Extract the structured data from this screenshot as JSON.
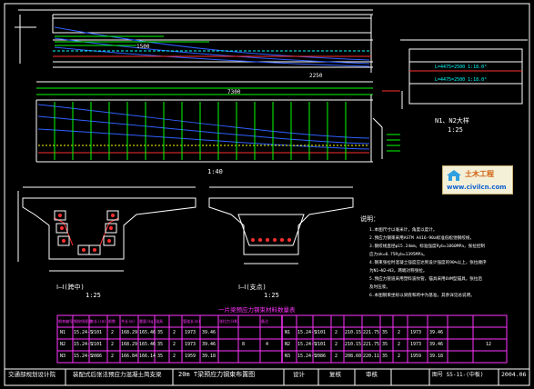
{
  "labels": {
    "elevation_scale": "1:40",
    "section_title_a": "Ⅰ—Ⅰ(跨中)",
    "section_title_b": "Ⅰ—Ⅰ(支点)",
    "section_scale_a": "1:25",
    "section_scale_b": "1:25",
    "detail_title": "N1、N2大样",
    "detail_scale": "1:25",
    "table_title": "一片梁预应力钢束材料数量表",
    "dim_top": "1500",
    "dim_right": "2250",
    "dim_mid": "7300",
    "detail_note_1": "L=4475=2500 1:18.0°",
    "detail_note_2": "L=4475=2500 1:18.0°"
  },
  "notes": {
    "heading": "说明：",
    "lines": [
      "1.本图尺寸以毫米计，角度以度计。",
      "2.预应力钢束采用ASTM A416-90a标准低松弛钢绞线，",
      "3.钢绞线直径φ15.24mm，标准强度Ryb=1860MPa，张拉控制",
      "  应力σk=0.75Ryb=1395MPa。",
      "4.钢束张拉时混凝土强度应达到设计强度的90%以上，张拉顺序",
      "  为N1→N2→N3，两端对称张拉。",
      "5.预应力管道采用塑料波纹管，锚具采用OVM型锚具，张拉后",
      "  及时压浆。",
      "6.本图钢束坐标以梁底和跨中为基准，其余详见总说明。"
    ]
  },
  "table": {
    "headers": [
      "钢束编号",
      "钢绞线规格",
      "束长(cm)",
      "根数",
      "共长(m)",
      "重量(kg)",
      "锚具",
      "管道长(m)",
      "张拉力(kN)",
      "备注"
    ],
    "group_a": [
      [
        "N1",
        "15.24-5",
        "2101",
        "2",
        "168.29",
        "165.46",
        "35",
        "2",
        "1973",
        "39.46"
      ],
      [
        "N2",
        "15.24-5",
        "2101",
        "2",
        "168.29",
        "165.46",
        "35",
        "2",
        "1973",
        "39.46"
      ],
      [
        "N3",
        "15.24-5",
        "2086",
        "2",
        "166.84",
        "166.14",
        "35",
        "2",
        "1959",
        "39.18"
      ]
    ],
    "group_b": [
      [
        "N1",
        "15.24-5",
        "2101",
        "2",
        "210.15",
        "221.75",
        "35",
        "2",
        "1973",
        "39.46"
      ],
      [
        "N2",
        "15.24-5",
        "2101",
        "2",
        "210.15",
        "221.75",
        "35",
        "2",
        "1973",
        "39.46"
      ],
      [
        "N3",
        "15.24-5",
        "2086",
        "2",
        "208.60",
        "220.11",
        "35",
        "2",
        "1959",
        "39.18"
      ]
    ],
    "total_a": [
      "8",
      "4"
    ],
    "total_b": [
      "12"
    ]
  },
  "titleblock": {
    "company": "交通部规划设计院",
    "project": "装配式后张法预应力混凝土简支梁",
    "drawing": "20m T梁预应力钢束布置图",
    "design": "设计",
    "check": "复核",
    "review": "审核",
    "number": "图号 S5-11-(中板)",
    "date": "2004.06"
  },
  "watermark": {
    "brand": "土木工程",
    "url": "www.civilcn.com"
  }
}
